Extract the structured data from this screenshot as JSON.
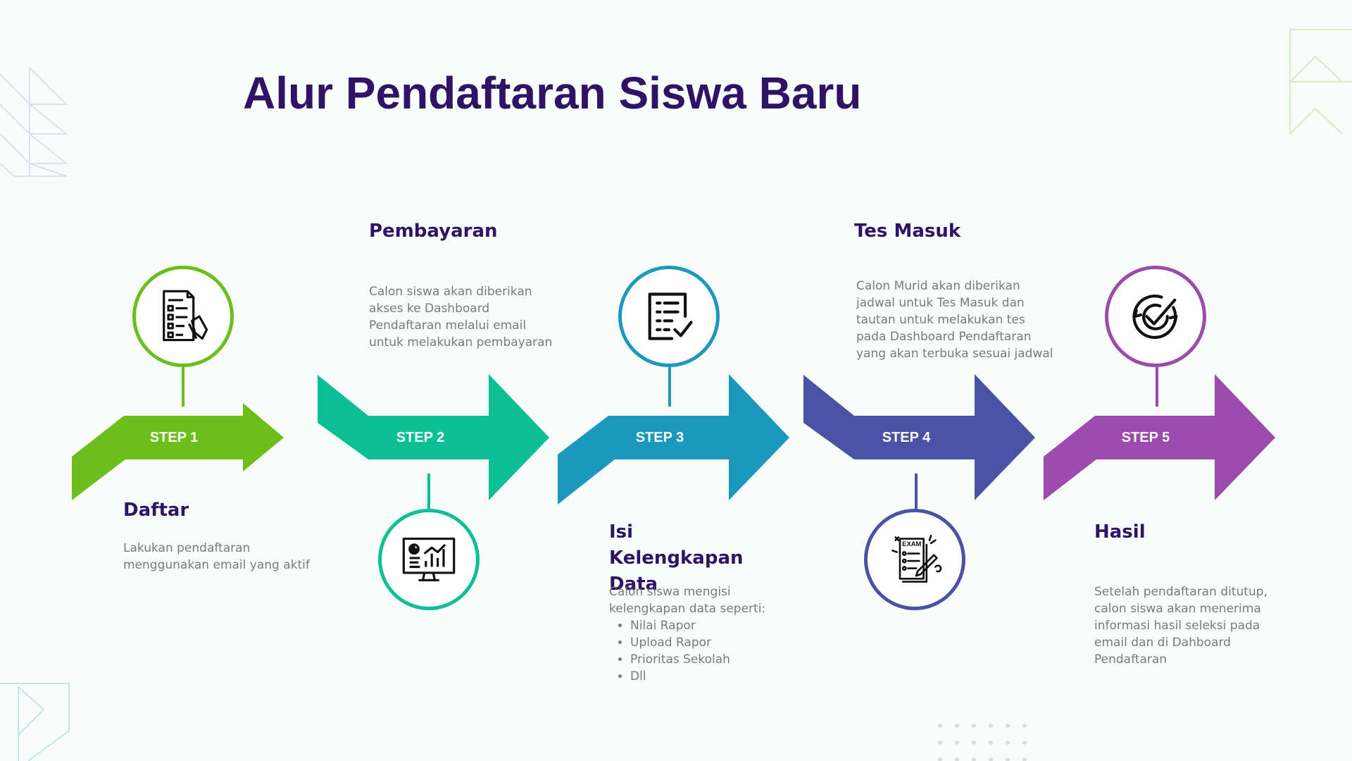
{
  "title": "Alur Pendaftaran Siswa Baru",
  "colors": {
    "title": "#2e1466",
    "step1": "#6cbf1b",
    "step2": "#0cbf95",
    "step3": "#1c97bd",
    "step4": "#4a52a6",
    "step5": "#9b4aad",
    "text": "#7a7a7a",
    "background": "#f8fcfa"
  },
  "steps": [
    {
      "label": "STEP 1",
      "heading": "Daftar",
      "description": "Lakukan pendaftaran menggunakan email yang aktif",
      "icon": "registration-form-icon"
    },
    {
      "label": "STEP 2",
      "heading": "Pembayaran",
      "description": "Calon siswa akan diberikan akses ke Dashboard Pendaftaran melalui email untuk melakukan pembayaran",
      "icon": "dashboard-monitor-icon"
    },
    {
      "label": "STEP 3",
      "heading": "Isi Kelengkapan Data",
      "description": "Calon siswa mengisi kelengkapan data seperti:",
      "list": [
        "Nilai Rapor",
        "Upload Rapor",
        "Prioritas Sekolah",
        "Dll"
      ],
      "icon": "checklist-icon"
    },
    {
      "label": "STEP 4",
      "heading": "Tes Masuk",
      "description": "Calon Murid akan diberikan jadwal untuk Tes Masuk dan tautan untuk melakukan tes pada Dashboard Pendaftaran yang akan terbuka sesuai jadwal",
      "icon": "exam-paper-icon",
      "icon_text": "EXAM"
    },
    {
      "label": "STEP 5",
      "heading": "Hasil",
      "description": "Setelah pendaftaran ditutup, calon siswa akan menerima informasi hasil seleksi pada email dan di Dahboard Pendaftaran",
      "icon": "check-circle-icon"
    }
  ]
}
